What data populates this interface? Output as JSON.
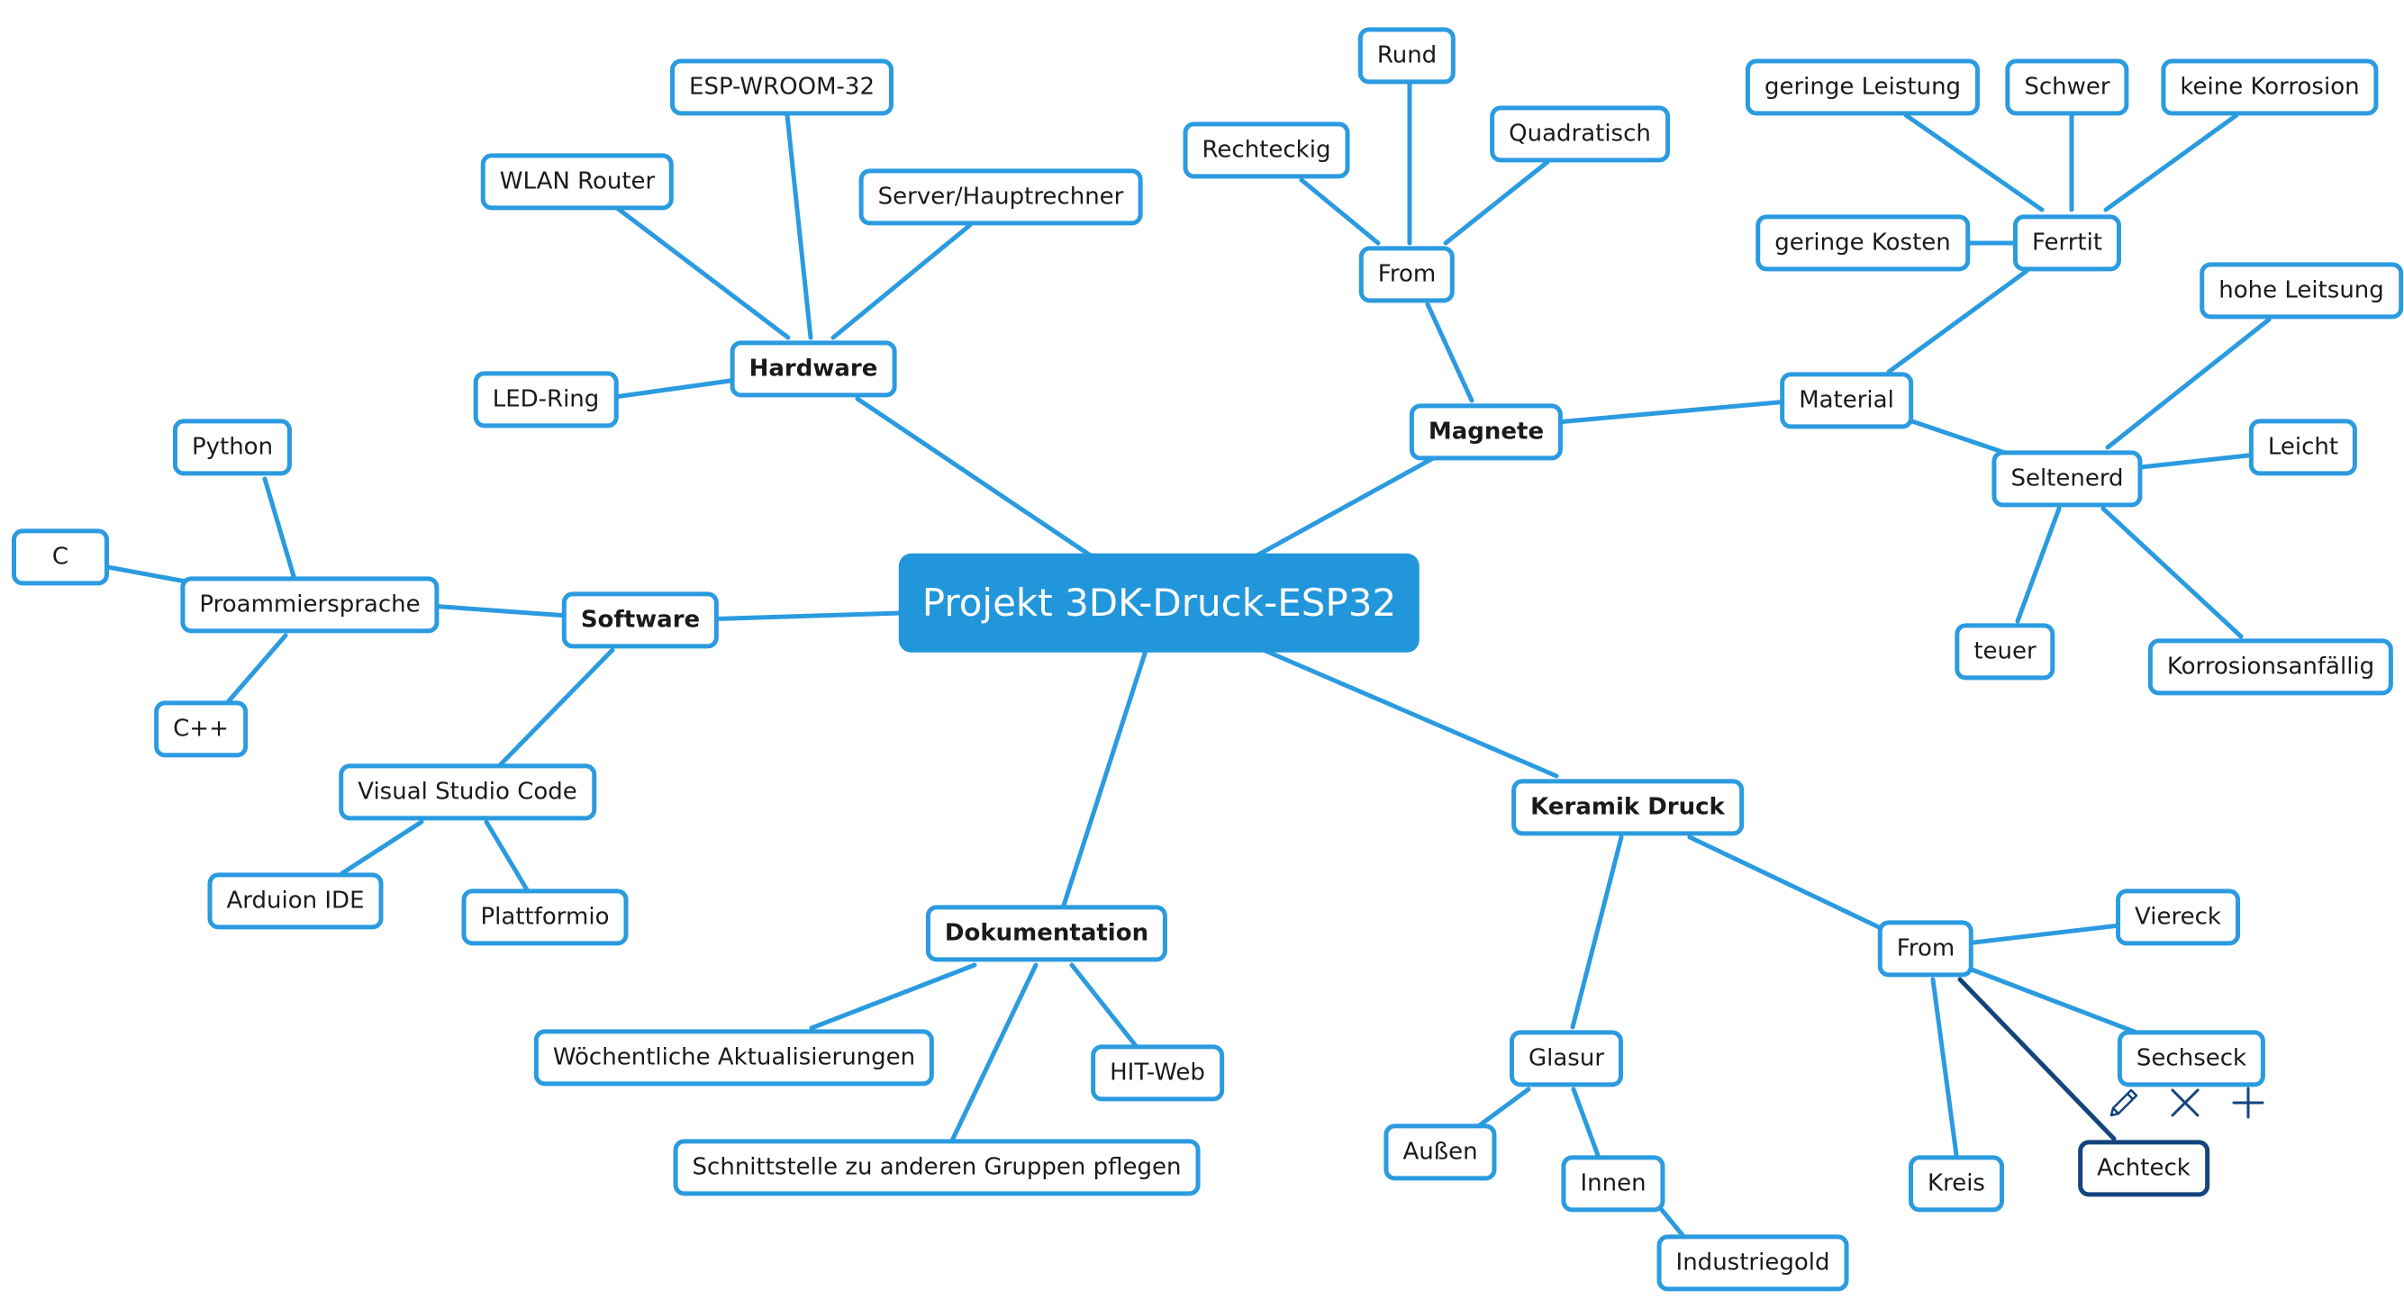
{
  "colors": {
    "edge": "#2b9be0",
    "node_border": "#2b9be0",
    "root_fill": "#2196db",
    "selected": "#14447c",
    "background": "#ffffff"
  },
  "root": {
    "label": "Projekt 3DK-Druck-ESP32"
  },
  "branches": {
    "hardware": {
      "label": "Hardware",
      "items": [
        "ESP-WROOM-32",
        "WLAN Router",
        "Server/Hauptrechner",
        "LED-Ring"
      ]
    },
    "software": {
      "label": "Software",
      "programming": {
        "label": "Proammiersprache",
        "items": [
          "Python",
          "C",
          "C++"
        ]
      },
      "ide": {
        "label": "Visual Studio Code",
        "items": [
          "Arduion IDE",
          "Plattformio"
        ]
      }
    },
    "dokumentation": {
      "label": "Dokumentation",
      "items": [
        "Wöchentliche Aktualisierungen",
        "Schnittstelle zu anderen Gruppen pflegen",
        "HIT-Web"
      ]
    },
    "magnete": {
      "label": "Magnete",
      "form": {
        "label": "From",
        "items": [
          "Rund",
          "Rechteckig",
          "Quadratisch"
        ]
      },
      "material": {
        "label": "Material",
        "ferrit": {
          "label": "Ferrtit",
          "items": [
            "geringe Leistung",
            "Schwer",
            "keine Korrosion",
            "geringe Kosten"
          ]
        },
        "seltenerd": {
          "label": "Seltenerd",
          "items": [
            "hohe Leitsung",
            "Leicht",
            "teuer",
            "Korrosionsanfällig"
          ]
        }
      }
    },
    "keramik": {
      "label": "Keramik Druck",
      "glasur": {
        "label": "Glasur",
        "items": [
          "Außen",
          "Innen"
        ],
        "innen_child": "Industriegold"
      },
      "form": {
        "label": "From",
        "items": [
          "Viereck",
          "Sechseck",
          "Kreis",
          "Achteck"
        ]
      }
    }
  },
  "toolbar": {
    "edit_icon": "pencil-icon",
    "delete_icon": "close-icon",
    "add_icon": "plus-icon"
  }
}
